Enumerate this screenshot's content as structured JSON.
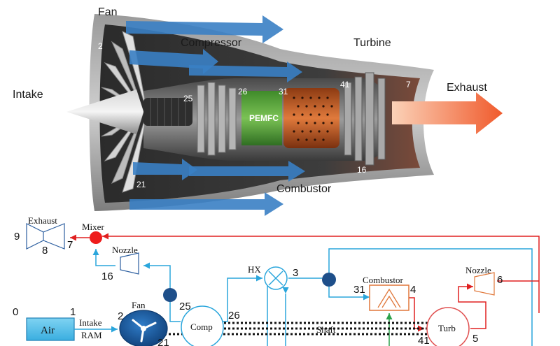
{
  "engine": {
    "fan": "Fan",
    "compressor": "Compressor",
    "turbine": "Turbine",
    "intake": "Intake",
    "exhaust": "Exhaust",
    "combustor": "Combustor",
    "pemfc": "PEMFC",
    "station_2": "2",
    "station_21": "21",
    "station_25": "25",
    "station_26": "26",
    "station_31": "31",
    "station_41": "41",
    "station_7": "7",
    "station_16": "16"
  },
  "schematic": {
    "exhaust": "Exhaust",
    "mixer": "Mixer",
    "nozzle_bypass": "Nozzle",
    "nozzle_core": "Nozzle",
    "hx": "HX",
    "combustor": "Combustor",
    "fan": "Fan",
    "air": "Air",
    "intake": "Intake",
    "ram": "RAM",
    "comp": "Comp",
    "turb": "Turb",
    "shaft": "Shaft",
    "n0": "0",
    "n1": "1",
    "n2": "2",
    "n3": "3",
    "n4": "4",
    "n5": "5",
    "n6": "6",
    "n7": "7",
    "n8": "8",
    "n9": "9",
    "n16": "16",
    "n21": "21",
    "n25": "25",
    "n26": "26",
    "n31": "31",
    "n41": "41"
  },
  "colors": {
    "bypass_flow": "#3a7fc4",
    "line_blue": "#2aa6dc",
    "line_red": "#e02020",
    "mixer": "#ee1c1c",
    "splitter": "#1e4f8a",
    "pemfc": "#5aa83a",
    "combustor_can": "#c8561e",
    "exhaust_plume": "#f2663a",
    "air_box": "#5bc2e8",
    "fan_disc": "#1d5fa8"
  }
}
